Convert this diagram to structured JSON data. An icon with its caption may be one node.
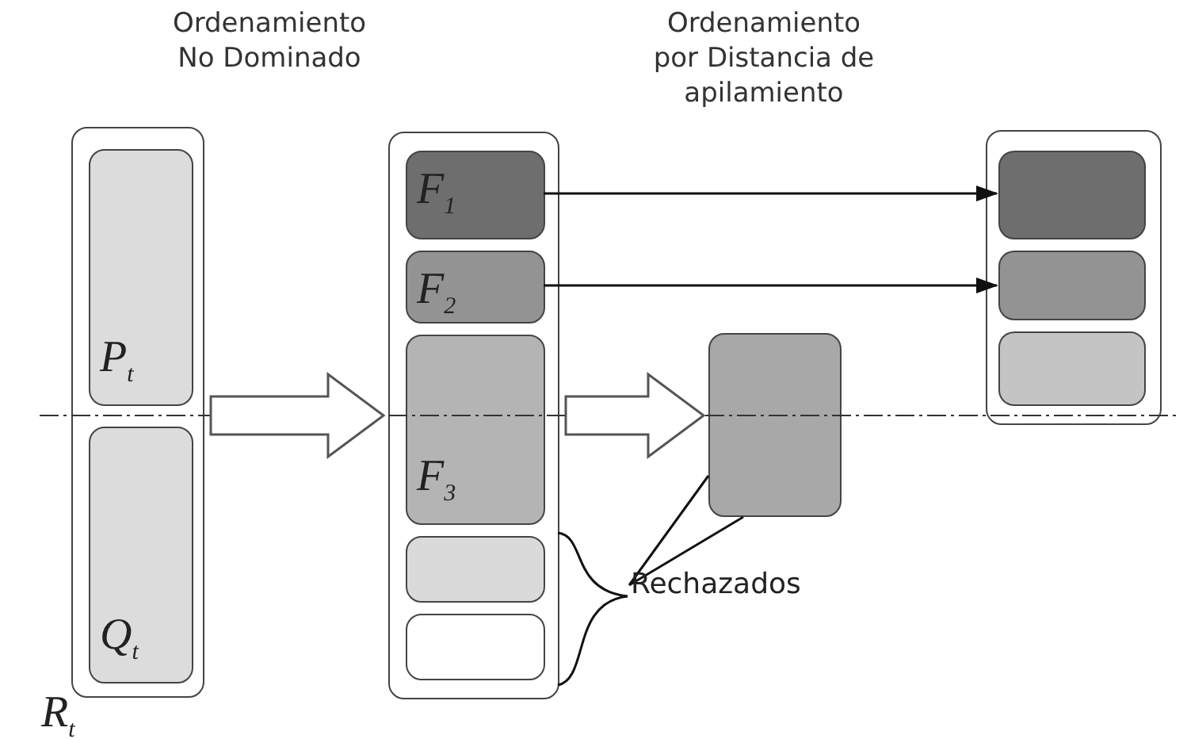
{
  "diagram": {
    "nodes": [
      {
        "text": [
          "R$_{t}$"
        ]
      },
      {
        "text": [
          "P$_{t}$"
        ],
        "in": 0
      },
      {
        "text": [
          "Q$_{t}$"
        ],
        "in": 0
      },
      {
        "text": [],
        "shape": "box"
      },
      {
        "text": [
          "F$_{1}$"
        ],
        "in": 3
      },
      {
        "text": [
          "F$_{2}$"
        ],
        "in": 3
      },
      {
        "text": [
          "F$_{3}$"
        ],
        "in": 3
      },
      {
        "text": [],
        "shape": "box",
        "in": 3
      },
      {
        "text": [],
        "shape": "box",
        "in": 3
      },
      {
        "text": [],
        "shape": "box"
      },
      {
        "text": [],
        "shape": "box"
      },
      {
        "text": [],
        "shape": "box",
        "in": 10
      },
      {
        "text": [],
        "shape": "box",
        "in": 10
      },
      {
        "text": [],
        "shape": "box",
        "in": 10
      },
      {
        "text": [
          "Rechazados"
        ]
      }
    ],
    "edges": [
      {
        "from": 0,
        "to": 3,
        "arrow": "to",
        "style": "thick"
      },
      {
        "from": 4,
        "to": 11,
        "arrow": "to"
      },
      {
        "from": 5,
        "to": 12,
        "arrow": "to"
      },
      {
        "from": 3,
        "to": 9,
        "arrow": "to",
        "style": "thick"
      },
      {
        "from": 14,
        "to": 9,
        "arrow": "none"
      }
    ],
    "labels": [
      "Ordenamiento No Dominado",
      "Ordenamiento por Distancia de apilamiento"
    ]
  }
}
